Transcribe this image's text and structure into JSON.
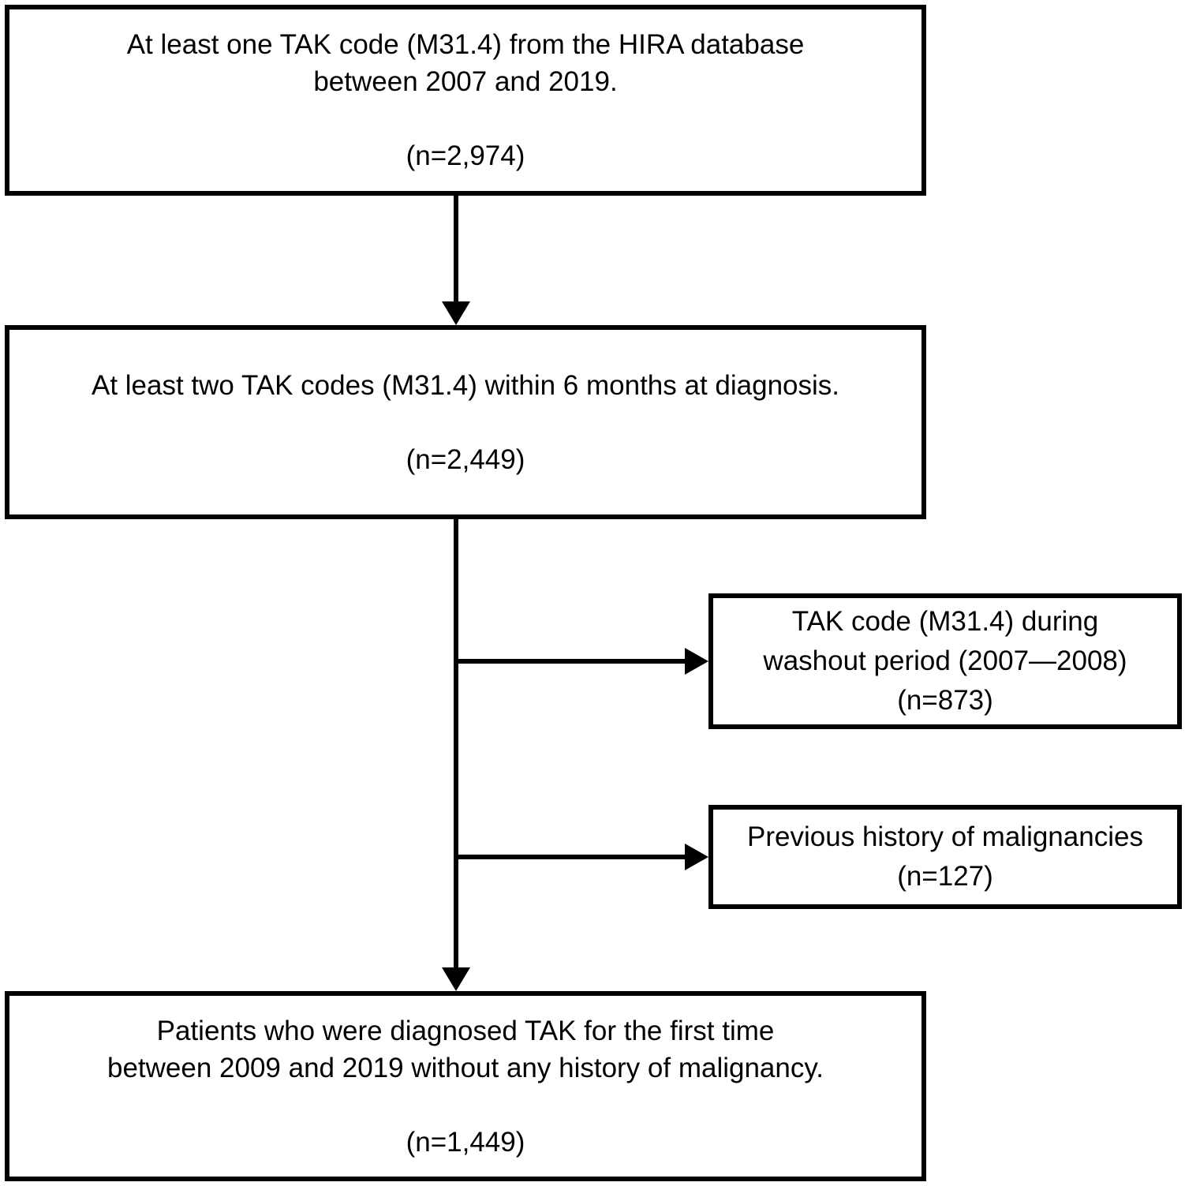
{
  "diagram": {
    "type": "patient-selection-flowchart",
    "colors": {
      "line": "#000000",
      "background": "#ffffff",
      "box_background": "#ffffff",
      "text": "#000000"
    },
    "boxes": [
      {
        "id": "hira-cohort",
        "lines": [
          "At least one TAK code (M31.4) from the HIRA database",
          "between 2007 and 2019."
        ],
        "n": "(n=2,974)"
      },
      {
        "id": "two-codes",
        "lines": [
          "At least two TAK codes (M31.4) within 6 months at diagnosis."
        ],
        "n": "(n=2,449)"
      },
      {
        "id": "washout-excluded",
        "lines": [
          "TAK code (M31.4) during",
          "washout period (2007—2008)"
        ],
        "n": "(n=873)"
      },
      {
        "id": "malignancy-excluded",
        "lines": [
          "Previous history of malignancies"
        ],
        "n": "(n=127)"
      },
      {
        "id": "final-cohort",
        "lines": [
          "Patients who were diagnosed TAK for the first time",
          "between 2009 and 2019 without any history of malignancy."
        ],
        "n": "(n=1,449)"
      }
    ]
  }
}
